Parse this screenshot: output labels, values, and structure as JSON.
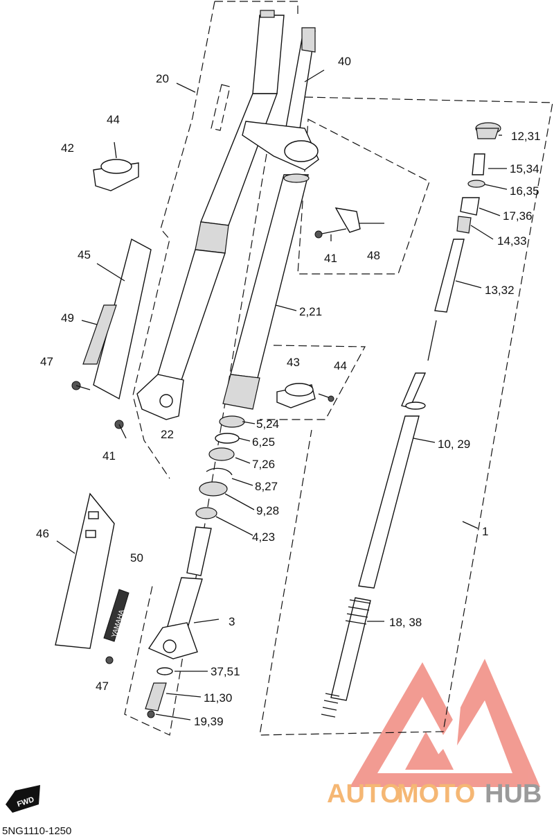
{
  "diagram": {
    "catalog_code": "5NG1110-1250",
    "fwd_badge": "FWD",
    "watermark": {
      "part1": "AUTO",
      "part2": "MOTO",
      "part3": "HUB",
      "color_orange": "#f5b774",
      "color_gray": "#9a9a9a",
      "color_red": "#f08a80"
    },
    "labels": [
      {
        "id": "c20",
        "text": "20"
      },
      {
        "id": "c40",
        "text": "40"
      },
      {
        "id": "c44a",
        "text": "44"
      },
      {
        "id": "c42",
        "text": "42"
      },
      {
        "id": "c1231",
        "text": "12,31"
      },
      {
        "id": "c1534",
        "text": "15,34"
      },
      {
        "id": "c1635",
        "text": "16,35"
      },
      {
        "id": "c1736",
        "text": "17,36"
      },
      {
        "id": "c1433",
        "text": "14,33"
      },
      {
        "id": "c48",
        "text": "48"
      },
      {
        "id": "c41a",
        "text": "41"
      },
      {
        "id": "c45",
        "text": "45"
      },
      {
        "id": "c1332",
        "text": "13,32"
      },
      {
        "id": "c221",
        "text": "2,21"
      },
      {
        "id": "c49",
        "text": "49"
      },
      {
        "id": "c43",
        "text": "43"
      },
      {
        "id": "c44b",
        "text": "44"
      },
      {
        "id": "c47a",
        "text": "47"
      },
      {
        "id": "c22",
        "text": "22"
      },
      {
        "id": "c524",
        "text": "5,24"
      },
      {
        "id": "c1029",
        "text": "10, 29"
      },
      {
        "id": "c41b",
        "text": "41"
      },
      {
        "id": "c625",
        "text": "6,25"
      },
      {
        "id": "c726",
        "text": "7,26"
      },
      {
        "id": "c827",
        "text": "8,27"
      },
      {
        "id": "c928",
        "text": "9,28"
      },
      {
        "id": "c1",
        "text": "1"
      },
      {
        "id": "c46",
        "text": "46"
      },
      {
        "id": "c423",
        "text": "4,23"
      },
      {
        "id": "c50",
        "text": "50"
      },
      {
        "id": "c3",
        "text": "3"
      },
      {
        "id": "c1838",
        "text": "18, 38"
      },
      {
        "id": "c3751",
        "text": "37,51"
      },
      {
        "id": "c47b",
        "text": "47"
      },
      {
        "id": "c1130",
        "text": "11,30"
      },
      {
        "id": "c1939",
        "text": "19,39"
      }
    ],
    "decal_text": "YAMAHA"
  }
}
